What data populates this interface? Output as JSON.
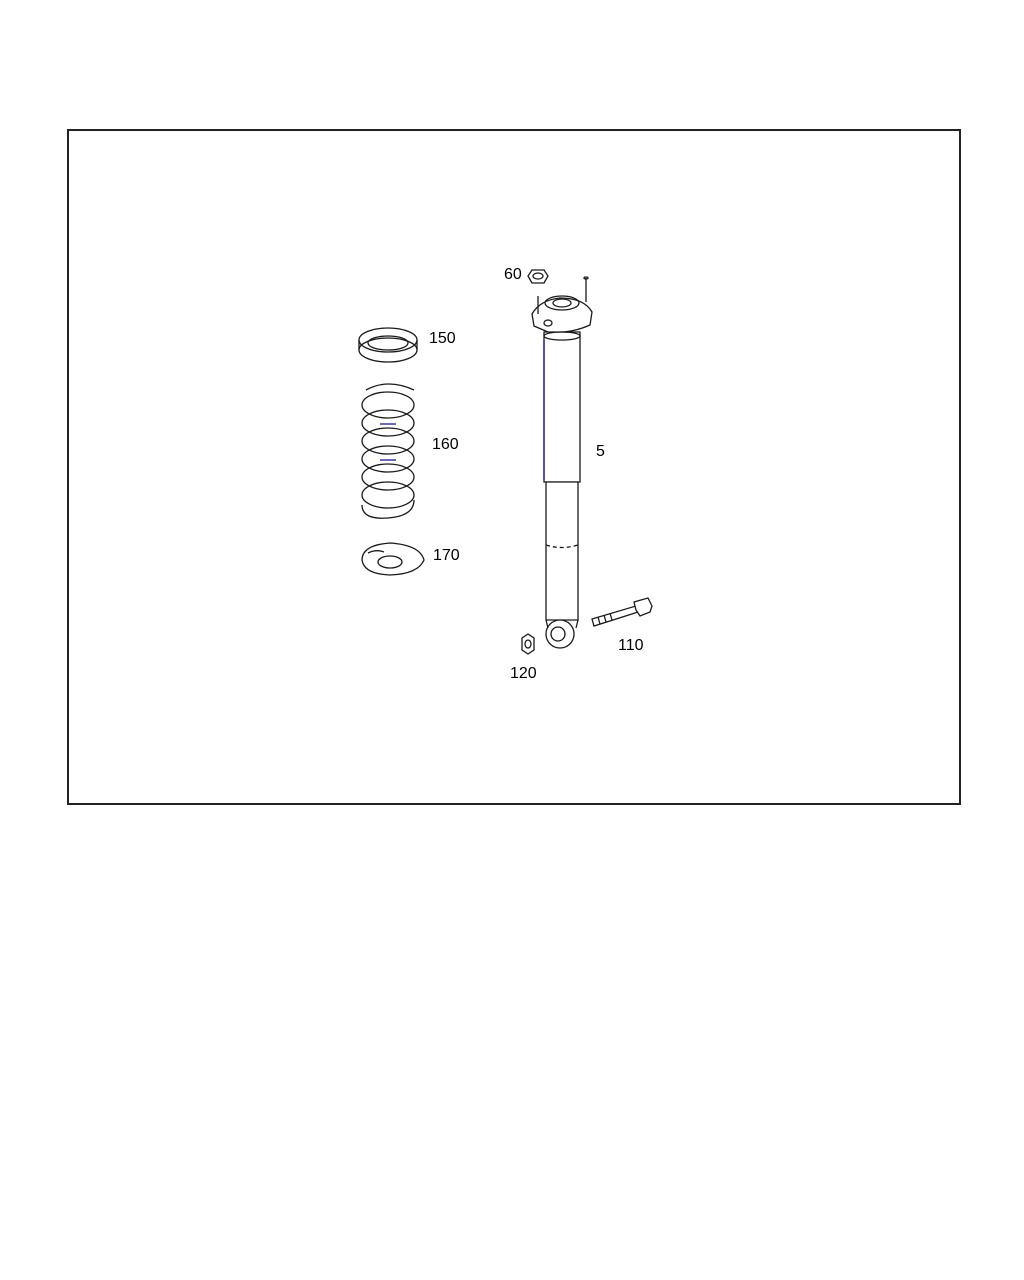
{
  "diagram": {
    "callouts": {
      "top_nut": "60",
      "spring_upper_seat": "150",
      "coil_spring": "160",
      "spring_lower_seat": "170",
      "shock_absorber": "5",
      "mounting_bolt": "110",
      "lower_nut": "120"
    },
    "line_color": "#1a1a1a",
    "accent_color": "#2a2a9a"
  }
}
